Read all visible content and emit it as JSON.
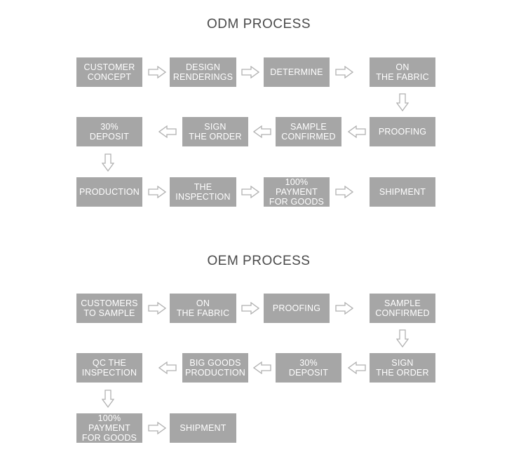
{
  "odm": {
    "title": "ODM PROCESS",
    "steps": [
      "CUSTOMER\nCONCEPT",
      "DESIGN\nRENDERINGS",
      "DETERMINE",
      "ON\nTHE FABRIC",
      "PROOFING",
      "SAMPLE\nCONFIRMED",
      "SIGN\nTHE ORDER",
      "30%\nDEPOSIT",
      "PRODUCTION",
      "THE\nINSPECTION",
      "100%\nPAYMENT\nFOR GOODS",
      "SHIPMENT"
    ]
  },
  "oem": {
    "title": "OEM PROCESS",
    "steps": [
      "CUSTOMERS\nTO SAMPLE",
      "ON\nTHE FABRIC",
      "PROOFING",
      "SAMPLE\nCONFIRMED",
      "SIGN\nTHE ORDER",
      "30%\nDEPOSIT",
      "BIG GOODS\nPRODUCTION",
      "QC THE\nINSPECTION",
      "100%\nPAYMENT\nFOR GOODS",
      "SHIPMENT"
    ]
  }
}
